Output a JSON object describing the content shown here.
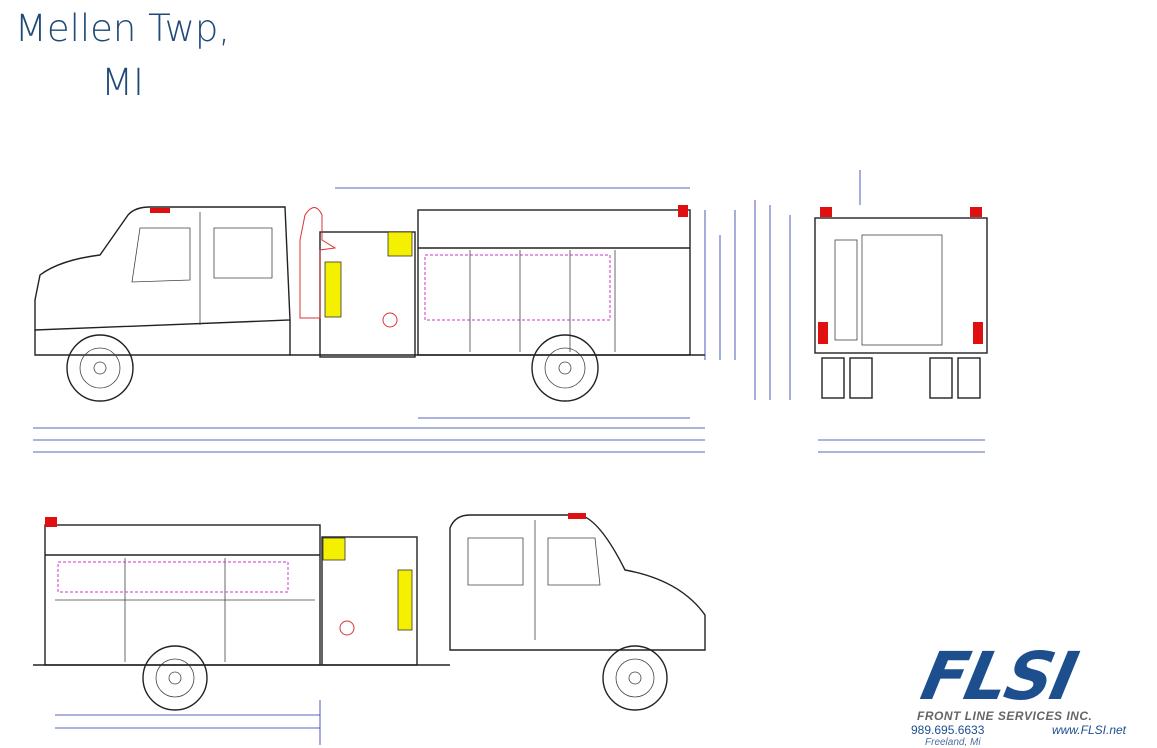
{
  "title": {
    "line1": "Mellen Twp,",
    "line2": "MI"
  },
  "logo": {
    "brand": "FLSI",
    "company": "FRONT LINE SERVICES INC.",
    "phone": "989.695.6633",
    "website": "www.FLSI.net",
    "location": "Freeland, Mi"
  },
  "colors": {
    "title": "#1f4a78",
    "brand": "#1d4f8f",
    "dimension": "#2233aa",
    "warning_light": "#e01010",
    "panel": "#f4f000"
  }
}
